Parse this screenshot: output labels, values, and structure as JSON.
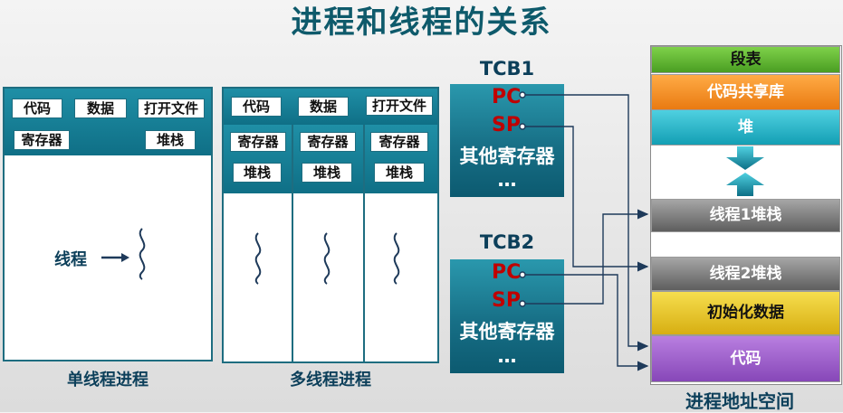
{
  "title": "进程和线程的关系",
  "single_process": {
    "labels": [
      "代码",
      "数据",
      "打开文件",
      "寄存器",
      "堆栈"
    ],
    "thread_label": "线程",
    "caption": "单线程进程"
  },
  "multi_process": {
    "labels": [
      "代码",
      "数据",
      "打开文件"
    ],
    "per_thread": [
      "寄存器",
      "堆栈"
    ],
    "caption": "多线程进程"
  },
  "tcb1": {
    "title": "TCB1",
    "pc": "PC",
    "sp": "SP",
    "other": "其他寄存器",
    "dots": "…"
  },
  "tcb2": {
    "title": "TCB2",
    "pc": "PC",
    "sp": "SP",
    "other": "其他寄存器",
    "dots": "…"
  },
  "address_space": {
    "caption": "进程地址空间",
    "segments": [
      "段表",
      "代码共享库",
      "堆",
      "线程1堆栈",
      "线程2堆栈",
      "初始化数据",
      "代码"
    ]
  },
  "colors": {
    "seg_table": "#5cb82e",
    "shared_lib": "#f39425",
    "heap": "#1fb5c9",
    "stack": "#7c7c7c",
    "init_data": "#e9c321",
    "code": "#9a5cc9",
    "tcb": "#176f86"
  }
}
